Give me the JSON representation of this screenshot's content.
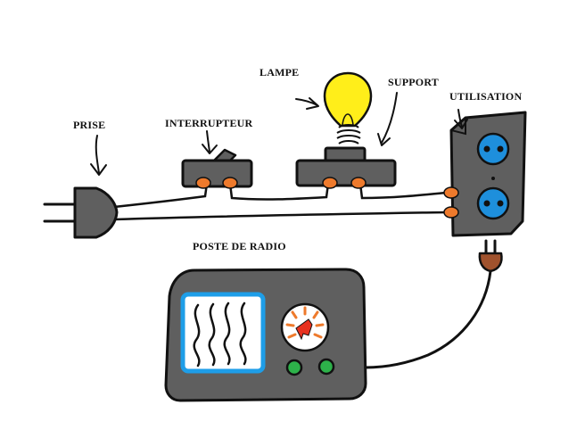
{
  "labels": {
    "lampe": "LAMPE",
    "support": "SUPPORT",
    "utilisation": "UTILISATION",
    "prise": "PRISE",
    "interrupteur": "INTERRUPTEUR",
    "poste_de_radio": "POSTE DE RADIO"
  },
  "colors": {
    "device_body": "#5f5f5f",
    "outline": "#111111",
    "terminal": "#ee7a2c",
    "outlet_socket": "#1e8fdc",
    "bulb": "#ffee1a",
    "radio_screen_frame": "#1e9ee8",
    "radio_button": "#2db24a",
    "dial_accent": "#e8311f",
    "plug_brown": "#a0522d"
  },
  "icons": {
    "plug": "plug-icon",
    "switch": "switch-icon",
    "bulb": "light-bulb-icon",
    "socket": "socket-icon",
    "radio": "radio-icon"
  }
}
